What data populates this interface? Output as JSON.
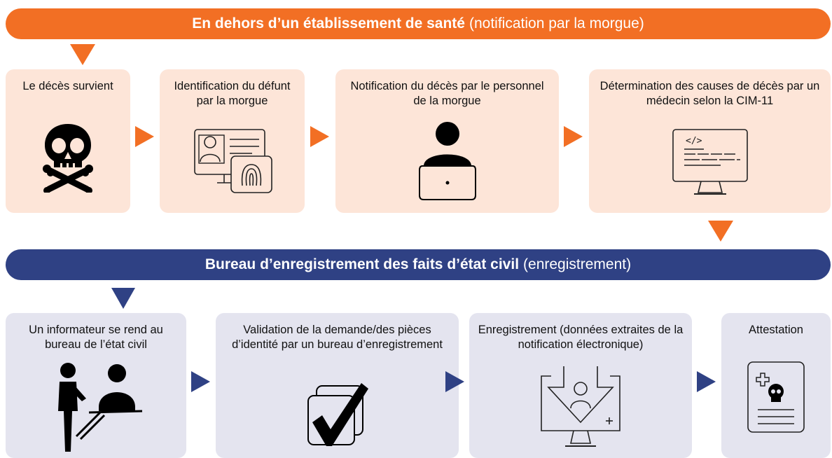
{
  "colors": {
    "orange": "#f26f24",
    "orange_light": "#fde5d8",
    "navy": "#2f4184",
    "lavender": "#e4e4ef"
  },
  "banner_top": {
    "bold": "En dehors d’un établissement de santé",
    "rest": "(notification par la morgue)"
  },
  "banner_bottom": {
    "bold": "Bureau d’enregistrement des faits d’état civil",
    "rest": "(enregistrement)"
  },
  "row1": [
    {
      "label": "Le décès survient",
      "icon": "skull-crossbones-icon"
    },
    {
      "label": "Identification du défunt par la morgue",
      "icon": "id-card-fingerprint-icon"
    },
    {
      "label": "Notification du décès par le personnel de la morgue",
      "icon": "person-laptop-icon"
    },
    {
      "label": "Détermination des causes de décès par un médecin selon la CIM-11",
      "icon": "monitor-code-icon"
    }
  ],
  "row2": [
    {
      "label": "Un informateur se rend au bureau de l’état civil",
      "icon": "informant-at-desk-icon"
    },
    {
      "label": "Validation de la demande/des pièces d’identité par un bureau d’enregistrement",
      "icon": "checkmark-documents-icon"
    },
    {
      "label": "Enregistrement (données extraites de la notification électronique)",
      "icon": "monitor-download-person-icon"
    },
    {
      "label": "Attestation",
      "icon": "certificate-icon"
    }
  ]
}
